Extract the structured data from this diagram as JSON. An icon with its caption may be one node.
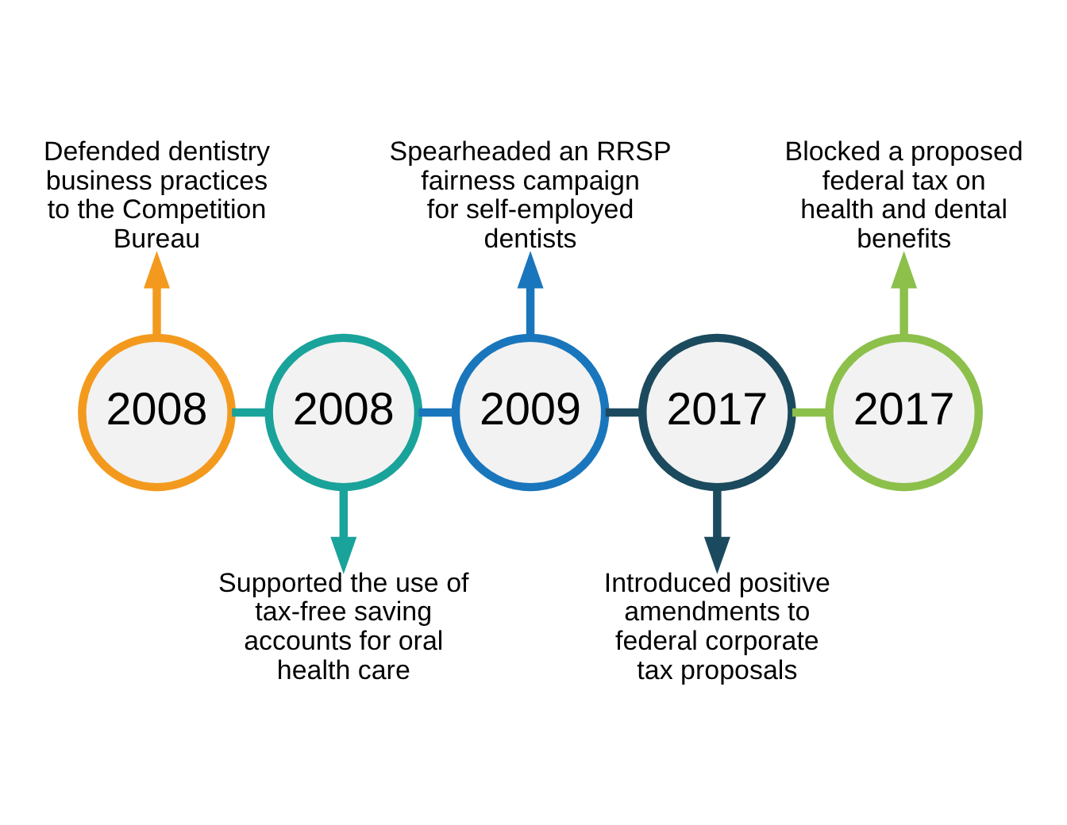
{
  "diagram": {
    "nodes": [
      {
        "text": [
          "2008"
        ]
      },
      {
        "text": [
          "2008"
        ]
      },
      {
        "text": [
          "2009"
        ]
      },
      {
        "text": [
          "2017"
        ]
      },
      {
        "text": [
          "2017"
        ]
      },
      {
        "text": [
          "Defended dentistry business practices to the Competition Bureau"
        ]
      },
      {
        "text": [
          "Supported the use of tax-free saving accounts for oral health care"
        ]
      },
      {
        "text": [
          "Spearheaded an RRSP fairness campaign for self-employed dentists"
        ]
      },
      {
        "text": [
          "Introduced positive amendments to federal corporate tax proposals"
        ]
      },
      {
        "text": [
          "Blocked a proposed federal tax on health and dental benefits"
        ]
      }
    ],
    "edges": [
      {
        "from": 0,
        "to": 1,
        "arrow": "none",
        "color": "#1aa39a"
      },
      {
        "from": 1,
        "to": 2,
        "arrow": "none",
        "color": "#1976bc"
      },
      {
        "from": 2,
        "to": 3,
        "arrow": "none",
        "color": "#1b4a5e"
      },
      {
        "from": 3,
        "to": 4,
        "arrow": "none",
        "color": "#8cc04b"
      },
      {
        "from": 0,
        "to": 5,
        "arrow": "to",
        "color": "#f39a1e"
      },
      {
        "from": 1,
        "to": 6,
        "arrow": "to",
        "color": "#1aa39a"
      },
      {
        "from": 2,
        "to": 7,
        "arrow": "to",
        "color": "#1976bc"
      },
      {
        "from": 3,
        "to": 8,
        "arrow": "to",
        "color": "#1b4a5e"
      },
      {
        "from": 4,
        "to": 9,
        "arrow": "to",
        "color": "#8cc04b"
      }
    ]
  }
}
